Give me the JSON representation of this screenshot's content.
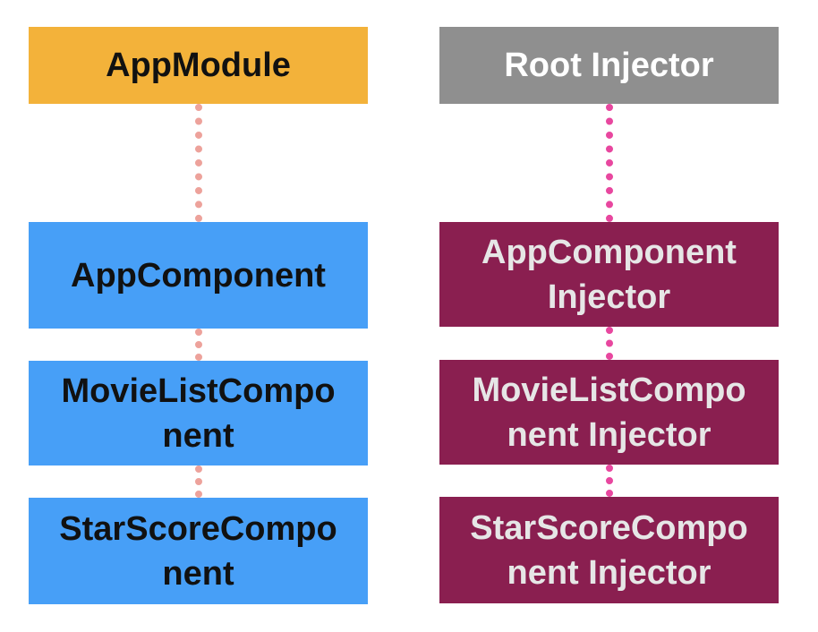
{
  "left_column": {
    "nodes": [
      {
        "label": "AppModule"
      },
      {
        "label": "AppComponent"
      },
      {
        "label": "MovieListCompo\nnent"
      },
      {
        "label": "StarScoreCompo\nnent"
      }
    ]
  },
  "right_column": {
    "nodes": [
      {
        "label": "Root Injector"
      },
      {
        "label": "AppComponent\nInjector"
      },
      {
        "label": "MovieListCompo\nnent Injector"
      },
      {
        "label": "StarScoreCompo\nnent Injector"
      }
    ]
  },
  "colors": {
    "app_module": "#f3b23a",
    "root_injector": "#8f8f8f",
    "component": "#479ff7",
    "component_injector": "#8a1f50",
    "left_connector": "#eda29b",
    "right_connector": "#e8479f"
  }
}
